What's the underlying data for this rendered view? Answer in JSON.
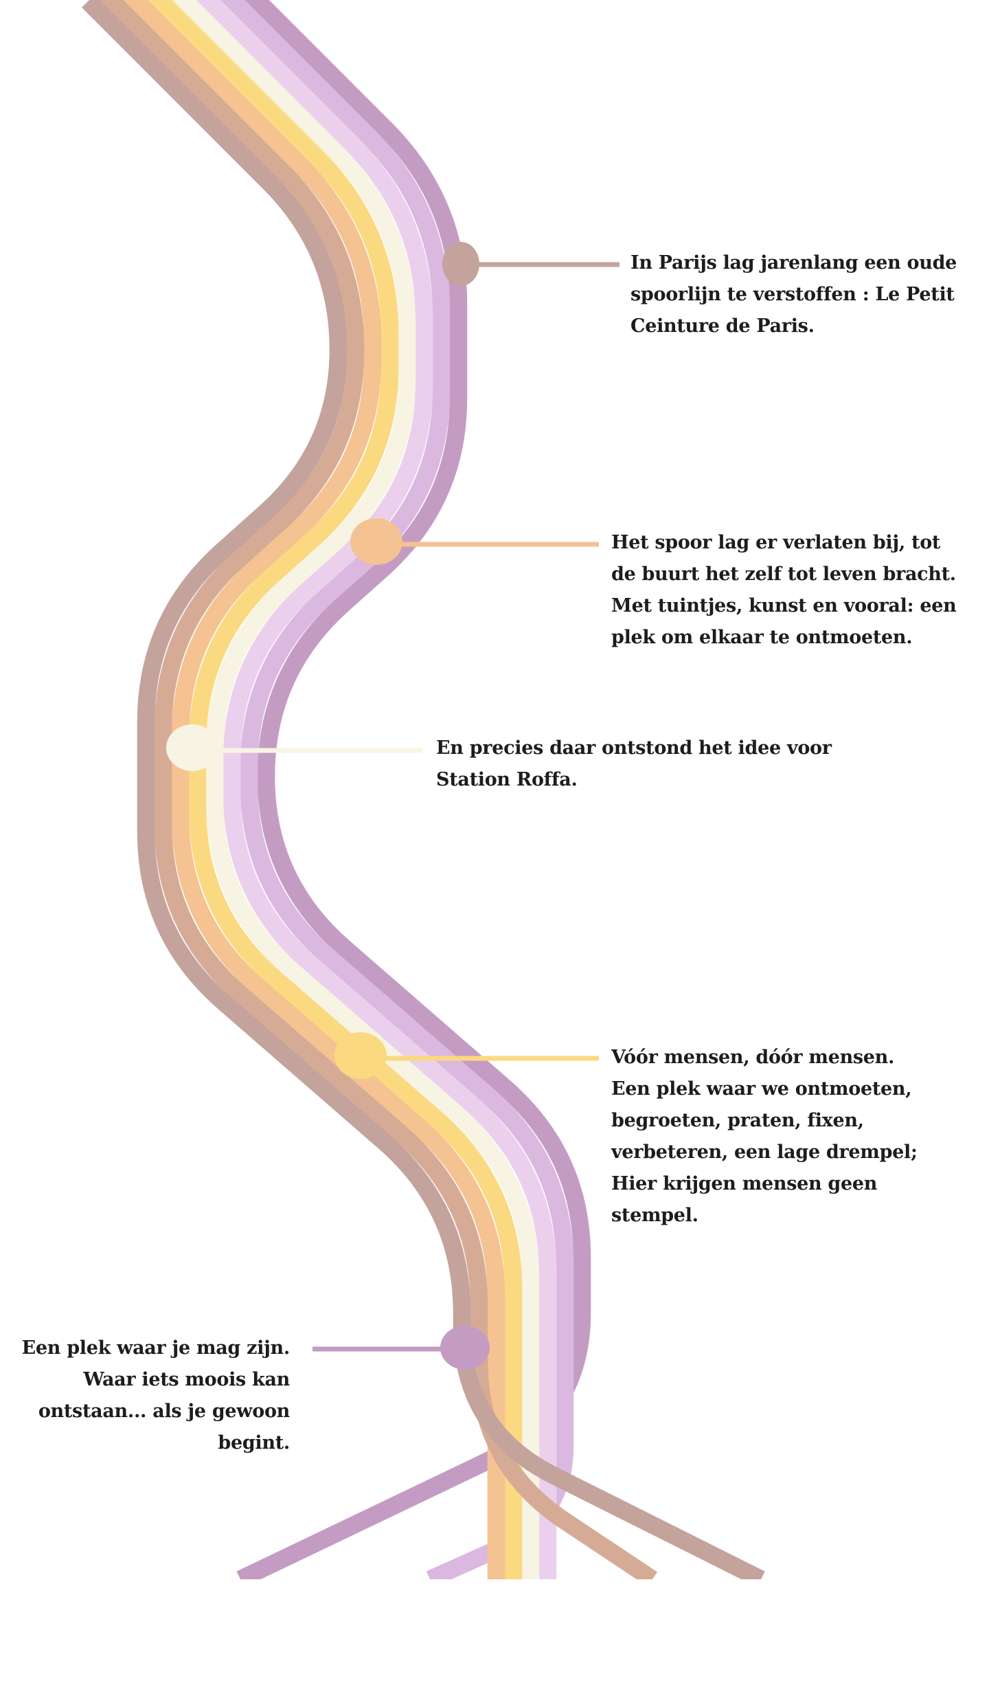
{
  "colors": {
    "stripes": [
      "#C49CC3",
      "#DBB8E0",
      "#EBD0EE",
      "#F7F4E4",
      "#FBD980",
      "#F5C292",
      "#D6AB96",
      "#C3A39B"
    ],
    "text": "#1d1d1d",
    "background": "#ffffff"
  },
  "captions": [
    {
      "id": "paris",
      "lines": [
        "In Parijs lag jarenlang een oude",
        "spoorlijn te verstoffen : Le Petit",
        "Ceinture de Paris."
      ],
      "stripe": 7
    },
    {
      "id": "buurt",
      "lines": [
        "Het spoor lag er verlaten bij, tot",
        "de buurt het zelf tot leven bracht.",
        "Met tuintjes, kunst en vooral: een",
        "plek om elkaar te ontmoeten."
      ],
      "stripe": 5
    },
    {
      "id": "idee",
      "lines": [
        "En precies daar ontstond het idee voor",
        "Station Roffa."
      ],
      "stripe": 3
    },
    {
      "id": "mensen",
      "lines": [
        "Vóór mensen, dóór mensen.",
        "Een plek waar we ontmoeten,",
        "begroeten, praten, fixen,",
        "verbeteren, een lage drempel;",
        "Hier krijgen mensen geen",
        "stempel."
      ],
      "stripe": 4
    },
    {
      "id": "beginnen",
      "lines": [
        "Een plek waar je mag zijn.",
        "Waar iets moois kan",
        "ontstaan... als je gewoon",
        "begint."
      ],
      "stripe": 0
    }
  ]
}
